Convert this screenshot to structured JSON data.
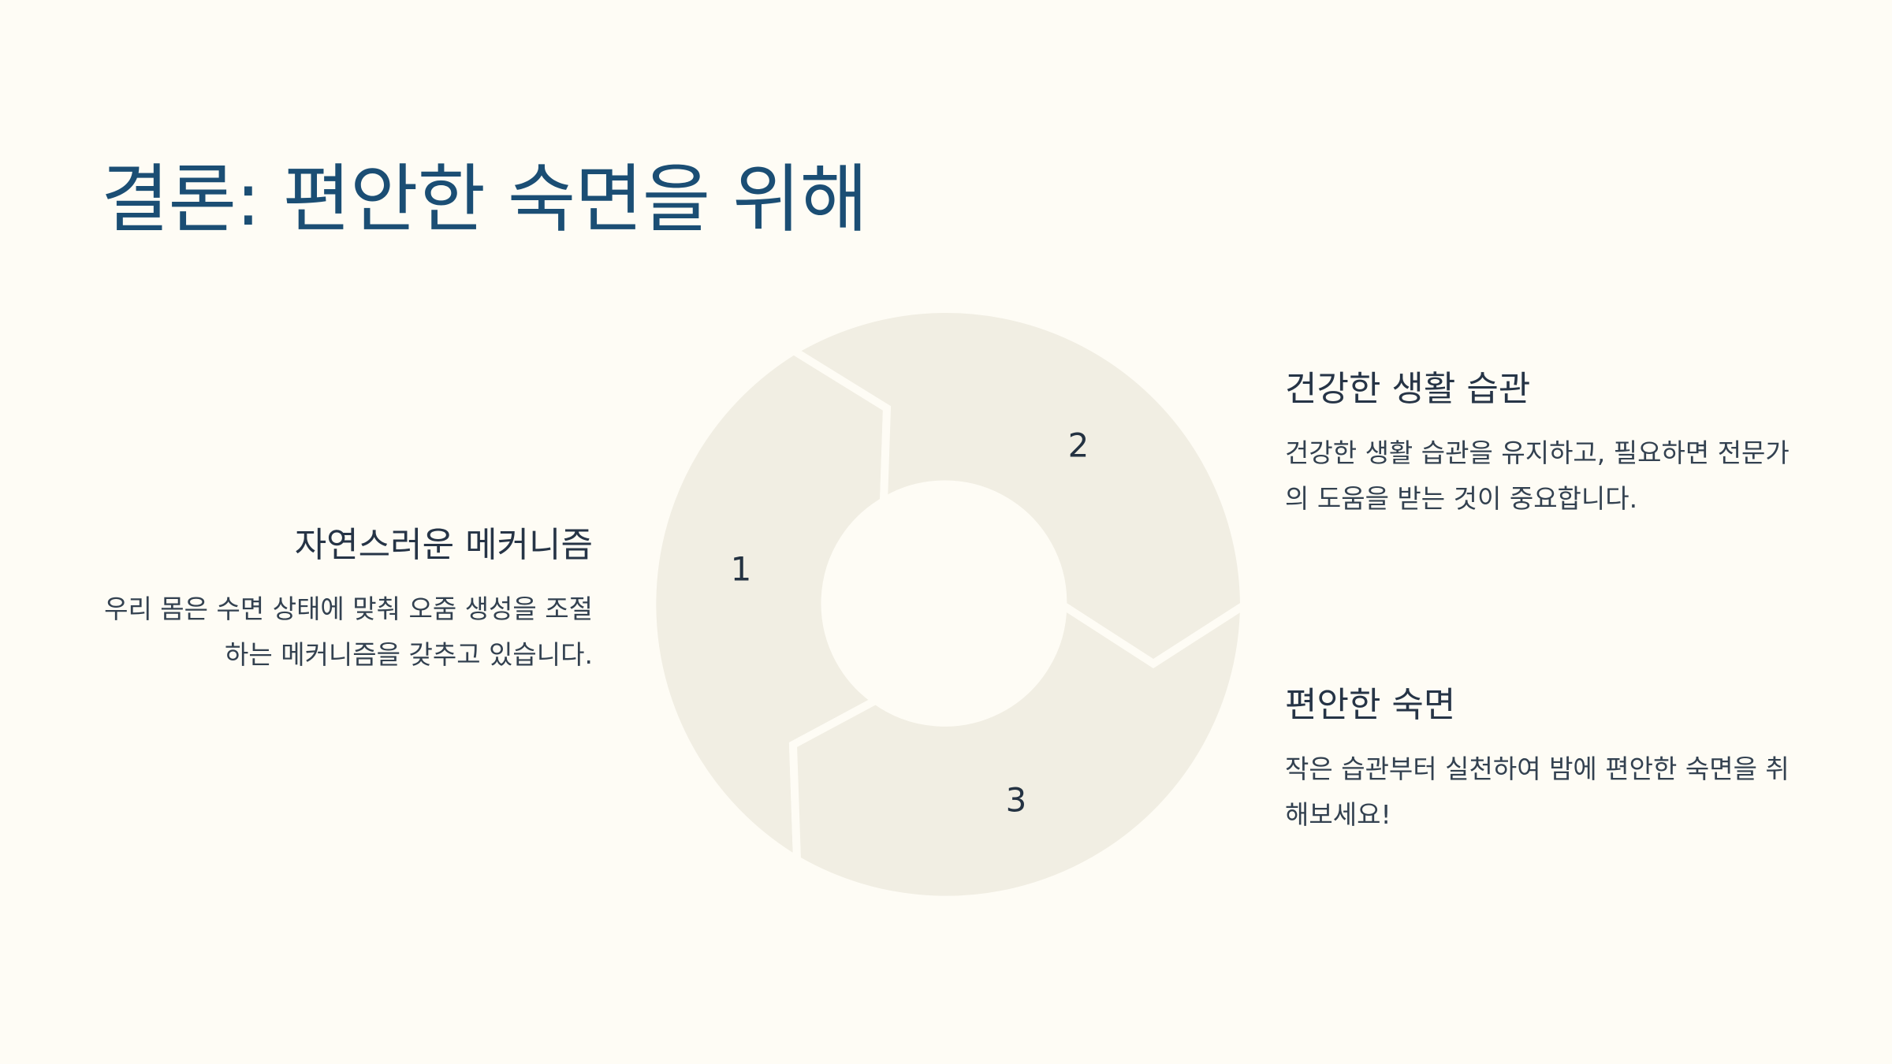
{
  "slide": {
    "title": "결론: 편안한 숙면을 위해"
  },
  "cycle": {
    "steps": [
      {
        "number": "1"
      },
      {
        "number": "2"
      },
      {
        "number": "3"
      }
    ]
  },
  "blocks": {
    "left": {
      "heading": "자연스러운 메커니즘",
      "body": "우리 몸은 수면 상태에 맞춰 오줌 생성을 조절하는 메커니즘을 갖추고 있습니다."
    },
    "top_right": {
      "heading": "건강한 생활 습관",
      "body": "건강한 생활 습관을 유지하고, 필요하면 전문가의 도움을 받는 것이 중요합니다."
    },
    "bottom_right": {
      "heading": "편안한 숙면",
      "body": "작은 습관부터 실천하여 밤에 편안한 숙면을 취해보세요!"
    }
  },
  "colors": {
    "background": "#fefcf5",
    "title": "#1b4e74",
    "segment_fill": "#f1eee3",
    "text": "#263446"
  }
}
